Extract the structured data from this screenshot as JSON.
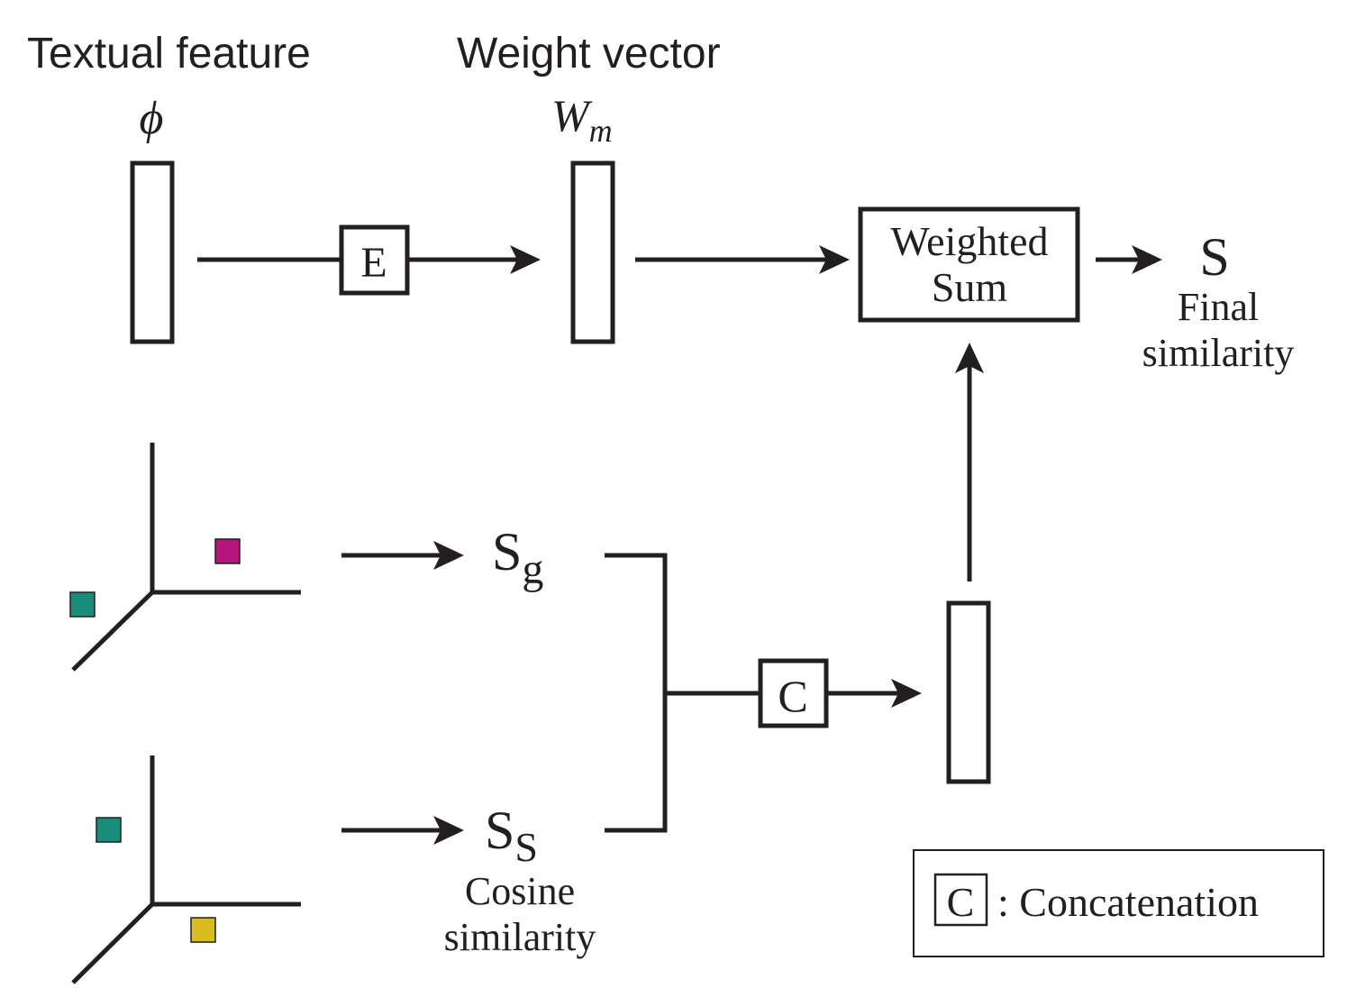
{
  "top_row": {
    "textual_feature_label": "Textual feature",
    "textual_feature_symbol": "ϕ",
    "weight_vector_label": "Weight vector",
    "weight_vector_symbol_main": "W",
    "weight_vector_symbol_sub": "m",
    "encoder_label": "E",
    "weighted_sum_line1": "Weighted",
    "weighted_sum_line2": "Sum",
    "final_symbol": "S",
    "final_label_line1": "Final",
    "final_label_line2": "similarity"
  },
  "bottom_rows": {
    "sg_main": "S",
    "sg_sub": "g",
    "ss_main": "S",
    "ss_sub": "S",
    "cosine_label_line1": "Cosine",
    "cosine_label_line2": "similarity",
    "concat_label": "C"
  },
  "legend": {
    "symbol": "C",
    "text": ": Concatenation"
  },
  "colors": {
    "ink": "#231f20",
    "magenta": "#b5157b",
    "teal": "#1a8c7c",
    "yellow": "#d9bd1e"
  }
}
